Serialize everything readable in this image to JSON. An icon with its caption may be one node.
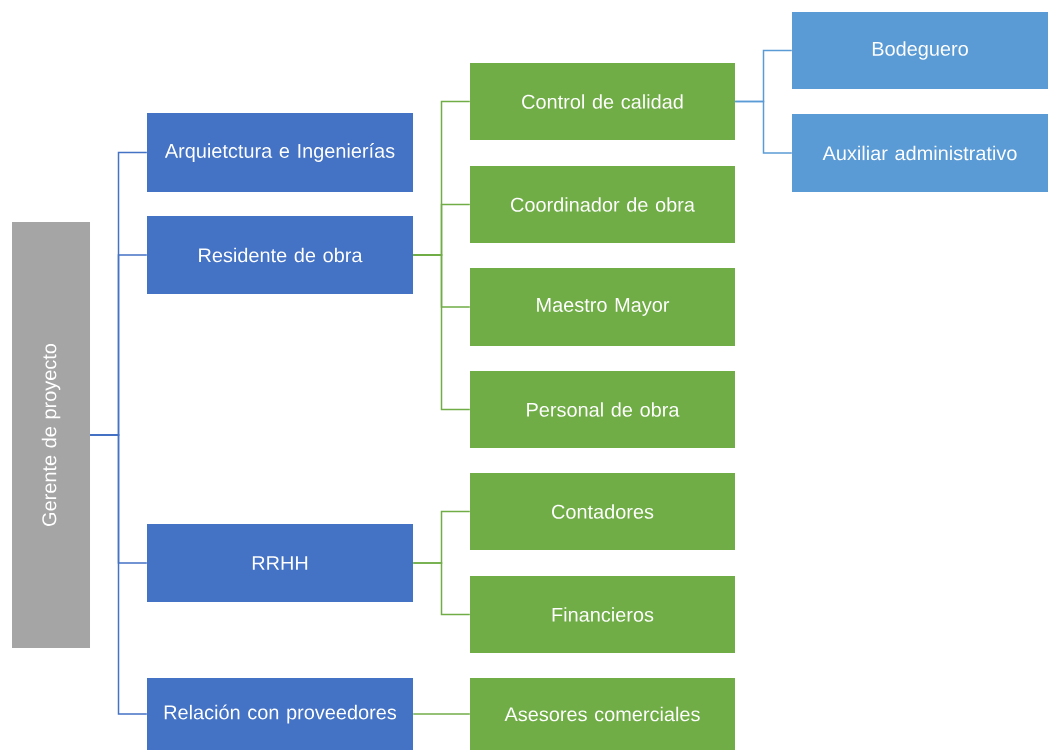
{
  "diagram": {
    "nodes": [
      {
        "text": [
          "Gerente de proyecto"
        ]
      },
      {
        "text": [
          "Arquietctura e Ingenierías"
        ]
      },
      {
        "text": [
          "Residente de obra"
        ]
      },
      {
        "text": [
          "RRHH"
        ]
      },
      {
        "text": [
          "Relación con proveedores"
        ]
      },
      {
        "text": [
          "Control de calidad"
        ]
      },
      {
        "text": [
          "Coordinador de obra"
        ]
      },
      {
        "text": [
          "Maestro Mayor"
        ]
      },
      {
        "text": [
          "Personal de obra"
        ]
      },
      {
        "text": [
          "Contadores"
        ]
      },
      {
        "text": [
          "Financieros"
        ]
      },
      {
        "text": [
          "Asesores comerciales"
        ]
      },
      {
        "text": [
          "Bodeguero"
        ]
      },
      {
        "text": [
          "Auxiliar administrativo"
        ]
      }
    ],
    "edges": [
      {
        "from": 0,
        "to": 1,
        "arrow": "none",
        "color": "#4472c4"
      },
      {
        "from": 0,
        "to": 2,
        "arrow": "none",
        "color": "#4472c4"
      },
      {
        "from": 0,
        "to": 3,
        "arrow": "none",
        "color": "#4472c4"
      },
      {
        "from": 0,
        "to": 4,
        "arrow": "none",
        "color": "#4472c4"
      },
      {
        "from": 2,
        "to": 5,
        "arrow": "none"
      },
      {
        "from": 2,
        "to": 6,
        "arrow": "none"
      },
      {
        "from": 2,
        "to": 7,
        "arrow": "none"
      },
      {
        "from": 2,
        "to": 8,
        "arrow": "none"
      },
      {
        "from": 3,
        "to": 9,
        "arrow": "none"
      },
      {
        "from": 3,
        "to": 10,
        "arrow": "none"
      },
      {
        "from": 4,
        "to": 11,
        "arrow": "none"
      },
      {
        "from": 5,
        "to": 12,
        "arrow": "none",
        "color": "#5b9bd5"
      },
      {
        "from": 5,
        "to": 13,
        "arrow": "none",
        "color": "#5b9bd5"
      }
    ]
  }
}
